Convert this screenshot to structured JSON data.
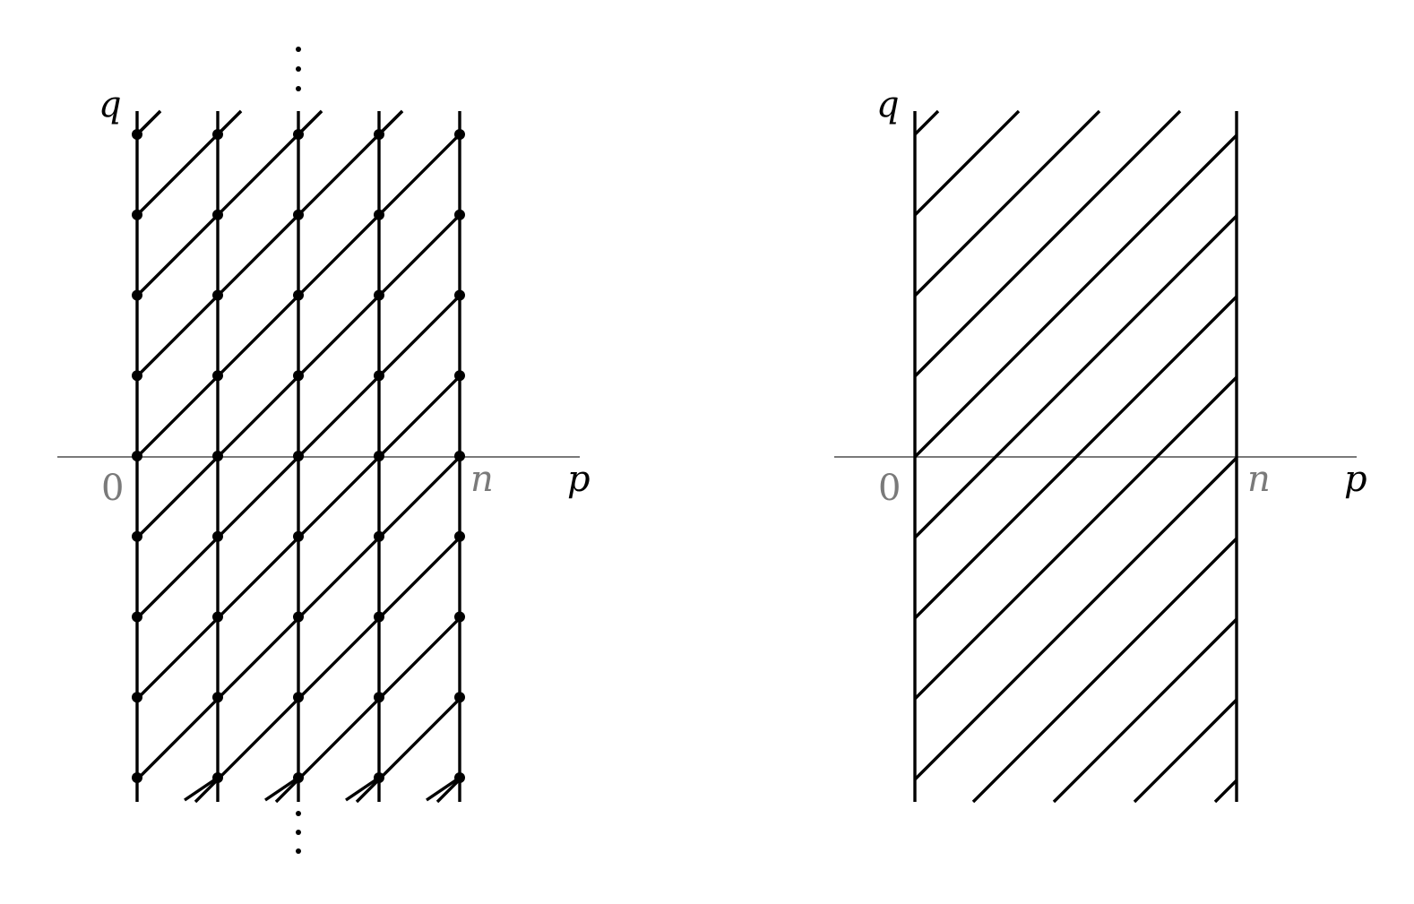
{
  "left_diagram": {
    "y_label": "q",
    "x_label": "p",
    "origin_label": "0",
    "n_label": "n"
  },
  "right_diagram": {
    "y_label": "q",
    "x_label": "p",
    "origin_label": "0",
    "n_label": "n"
  },
  "colors": {
    "lines": "#000000",
    "axis": "#7a7a7a"
  }
}
